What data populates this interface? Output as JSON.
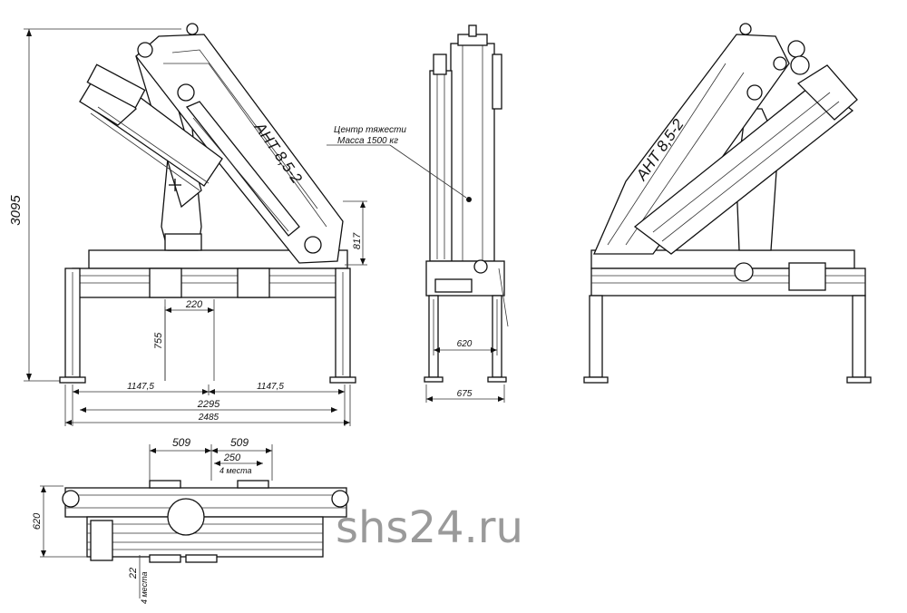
{
  "dimensions": {
    "total_height": "3095",
    "column_height": "817",
    "column_offset": "220",
    "outrigger_height": "755",
    "half_span_left": "1147,5",
    "half_span_right": "1147,5",
    "span_total": "2295",
    "overall_width": "2485",
    "side_track": "620",
    "side_width": "675",
    "pad_spacing_left": "509",
    "pad_spacing_right": "509",
    "pad_size": "250",
    "pad_size_note": "4 места",
    "plan_width": "620",
    "plan_small": "22",
    "plan_small_note": "4 места"
  },
  "annotation": {
    "line1": "Центр тяжести",
    "line2": "Масса 1500 кг"
  },
  "boom_label_front": "АНТ 8,5-2",
  "boom_label_rear": "АНТ 8,5-2",
  "watermark": "shs24.ru"
}
